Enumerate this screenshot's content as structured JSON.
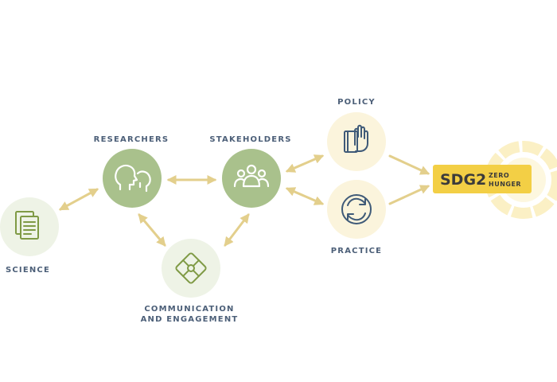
{
  "nodes": {
    "science": {
      "label": "SCIENCE"
    },
    "researchers": {
      "label": "RESEARCHERS"
    },
    "stakeholders": {
      "label": "STAKEHOLDERS"
    },
    "communication": {
      "label_line1": "COMMUNICATION",
      "label_line2": "AND ENGAGEMENT"
    },
    "policy": {
      "label": "POLICY"
    },
    "practice": {
      "label": "PRACTICE"
    }
  },
  "goal": {
    "code": "SDG2",
    "line1": "ZERO",
    "line2": "HUNGER"
  },
  "colors": {
    "green_dark": "#a9c18c",
    "green_light": "#eef3e6",
    "yellow_light": "#fbf4dc",
    "arrow": "#e3cf8c",
    "label": "#4c5f78",
    "goal_badge": "#f3cf45",
    "goal_halo": "#fbf0c5"
  },
  "icons": {
    "science": "document-icon",
    "researchers": "two-heads-icon",
    "stakeholders": "group-people-icon",
    "communication": "puzzle-icon",
    "policy": "book-hand-oath-icon",
    "practice": "cycle-arrows-icon"
  }
}
